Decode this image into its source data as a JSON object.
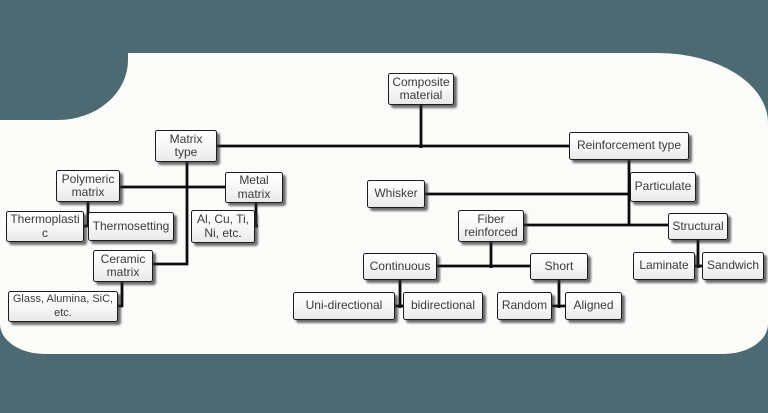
{
  "diagram": {
    "type": "flowchart-tree",
    "nodes": {
      "composite_material": "Composite\nmaterial",
      "matrix_type": "Matrix\ntype",
      "reinforcement_type": "Reinforcement type",
      "polymeric_matrix": "Polymeric\nmatrix",
      "metal_matrix": "Metal\nmatrix",
      "ceramic_matrix": "Ceramic\nmatrix",
      "thermoplastic": "Thermoplastic",
      "thermosetting": "Thermosetting",
      "al_cu_ti_ni": "Al, Cu, Ti,\nNi, etc.",
      "glass_alumina_sic": "Glass, Alumina, SiC,\netc.",
      "whisker": "Whisker",
      "particulate": "Particulate",
      "fiber_reinforced": "Fiber\nreinforced",
      "structural": "Structural",
      "continuous": "Continuous",
      "short": "Short",
      "uni_directional": "Uni-directional",
      "bidirectional": "bidirectional",
      "random": "Random",
      "aligned": "Aligned",
      "laminate": "Laminate",
      "sandwich": "Sandwich"
    },
    "edges": [
      {
        "from": "composite_material",
        "to": "matrix_type"
      },
      {
        "from": "composite_material",
        "to": "reinforcement_type"
      },
      {
        "from": "matrix_type",
        "to": "polymeric_matrix"
      },
      {
        "from": "matrix_type",
        "to": "metal_matrix"
      },
      {
        "from": "matrix_type",
        "to": "ceramic_matrix"
      },
      {
        "from": "polymeric_matrix",
        "to": "thermoplastic"
      },
      {
        "from": "polymeric_matrix",
        "to": "thermosetting"
      },
      {
        "from": "metal_matrix",
        "to": "al_cu_ti_ni"
      },
      {
        "from": "ceramic_matrix",
        "to": "glass_alumina_sic"
      },
      {
        "from": "reinforcement_type",
        "to": "whisker"
      },
      {
        "from": "reinforcement_type",
        "to": "particulate"
      },
      {
        "from": "reinforcement_type",
        "to": "fiber_reinforced"
      },
      {
        "from": "reinforcement_type",
        "to": "structural"
      },
      {
        "from": "fiber_reinforced",
        "to": "continuous"
      },
      {
        "from": "fiber_reinforced",
        "to": "short"
      },
      {
        "from": "continuous",
        "to": "uni_directional"
      },
      {
        "from": "continuous",
        "to": "bidirectional"
      },
      {
        "from": "short",
        "to": "random"
      },
      {
        "from": "short",
        "to": "aligned"
      },
      {
        "from": "structural",
        "to": "laminate"
      },
      {
        "from": "structural",
        "to": "sandwich"
      }
    ],
    "colors": {
      "page_background": "#4d6a72",
      "panel_background": "#fbfbfa",
      "box_fill": "#ffffff",
      "box_fill_shaded": "#e9e9e9",
      "box_border": "#1c1c1c",
      "connector": "#0d0d0d",
      "text": "#3a3a3a"
    }
  }
}
